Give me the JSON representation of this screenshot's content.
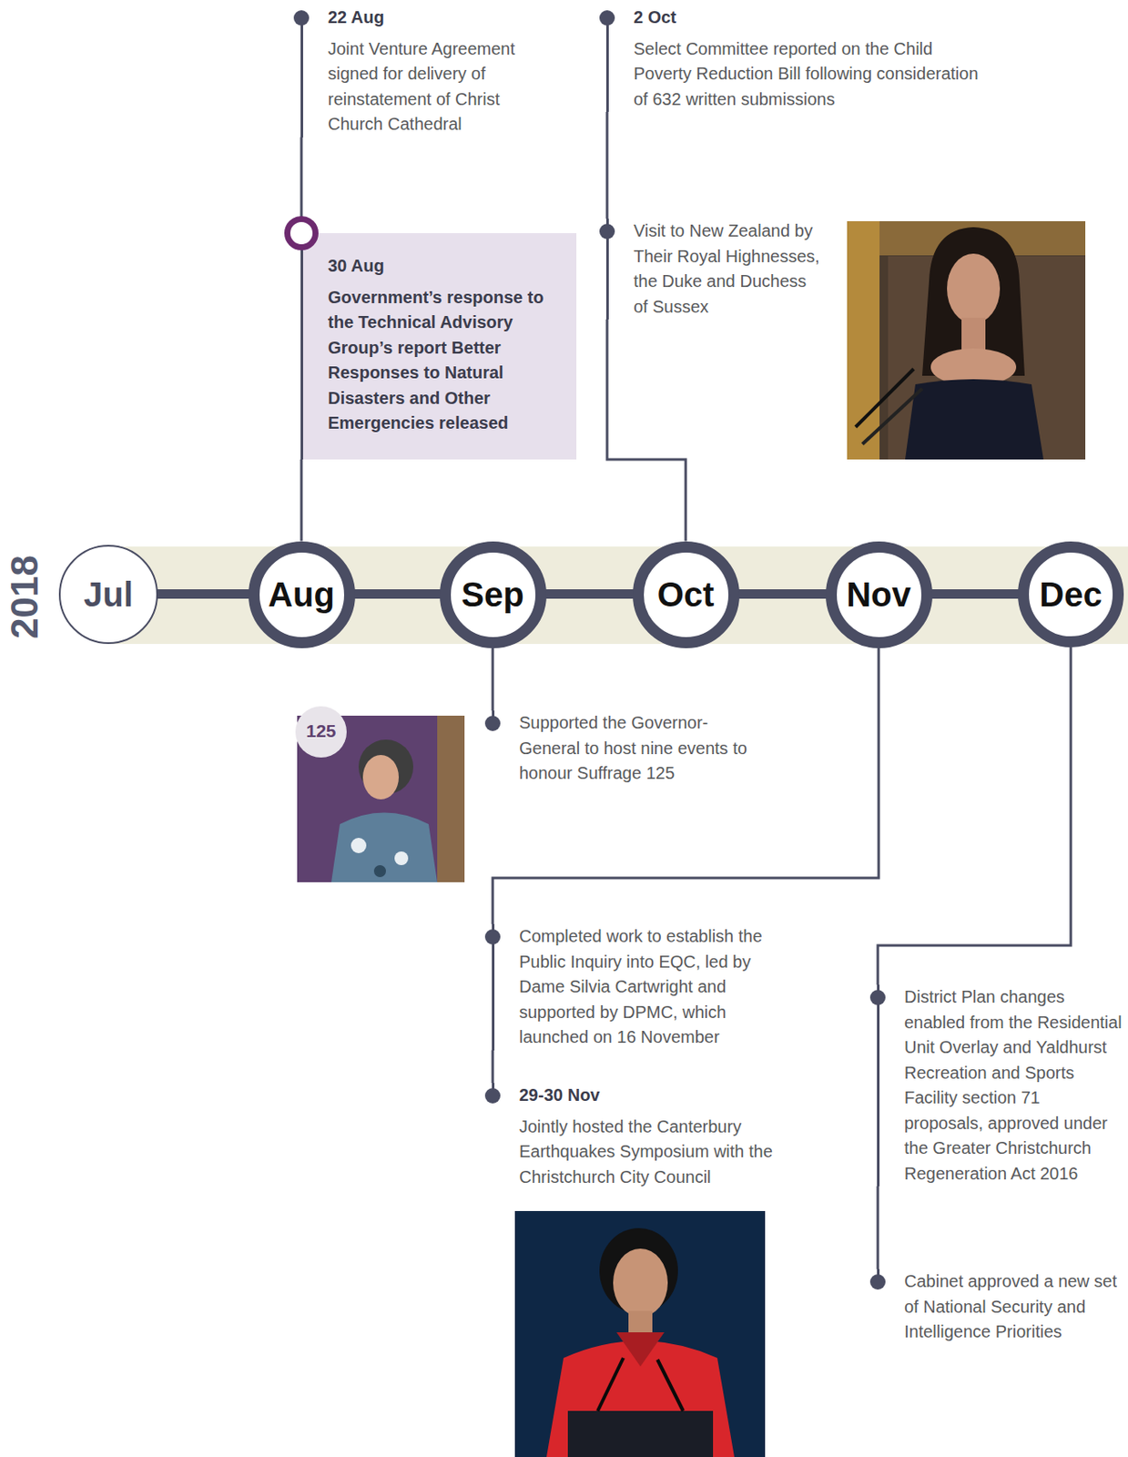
{
  "diagram": {
    "nodes": [
      {
        "text": [
          "22 Aug",
          "Joint Venture Agreement signed for delivery of reinstatement of Christ Church Cathedral"
        ]
      },
      {
        "text": [
          "2 Oct",
          "Select Committee reported on the Child Poverty Reduction Bill following consideration of 632 written submissions"
        ]
      },
      {
        "text": [
          "30 Aug",
          "Government’s response to the Technical Advisory Group’s report Better Responses to Natural Disasters and Other Emergencies released"
        ]
      },
      {
        "text": [
          "Visit to New Zealand by Their Royal Highnesses, the Duke and Duchess of Sussex"
        ]
      },
      {
        "text": [
          "Jul"
        ]
      },
      {
        "text": [
          "Aug"
        ]
      },
      {
        "text": [
          "Sep"
        ]
      },
      {
        "text": [
          "Oct"
        ]
      },
      {
        "text": [
          "Nov"
        ]
      },
      {
        "text": [
          "Dec"
        ]
      },
      {
        "text": [
          "Supported the Governor-General to host nine events to honour Suffrage 125"
        ]
      },
      {
        "text": [
          "Completed work to establish the Public Inquiry into EQC, led by Dame Silvia Cartwright and supported by DPMC, which launched on 16 November"
        ]
      },
      {
        "text": [
          "29-30 Nov",
          "Jointly hosted the Canterbury Earthquakes Symposium with the Christchurch City Council"
        ]
      },
      {
        "text": [
          "District Plan changes enabled from the Residential Unit Overlay and Yaldhurst Recreation and Sports Facility section 71 proposals, approved under the Greater Christchurch Regeneration Act 2016"
        ]
      },
      {
        "text": [
          "Cabinet approved a new set of National Security and Intelligence Priorities"
        ]
      }
    ],
    "edges": [
      {
        "from": 5,
        "to": 2,
        "arrow": "none"
      },
      {
        "from": 2,
        "to": 0,
        "arrow": "none"
      },
      {
        "from": 7,
        "to": 3,
        "arrow": "none"
      },
      {
        "from": 3,
        "to": 1,
        "arrow": "none"
      },
      {
        "from": 6,
        "to": 10,
        "arrow": "none"
      },
      {
        "from": 8,
        "to": 11,
        "arrow": "none"
      },
      {
        "from": 11,
        "to": 12,
        "arrow": "none"
      },
      {
        "from": 9,
        "to": 13,
        "arrow": "none"
      },
      {
        "from": 13,
        "to": 14,
        "arrow": "none"
      }
    ],
    "labels": [
      "2018",
      "125"
    ]
  }
}
